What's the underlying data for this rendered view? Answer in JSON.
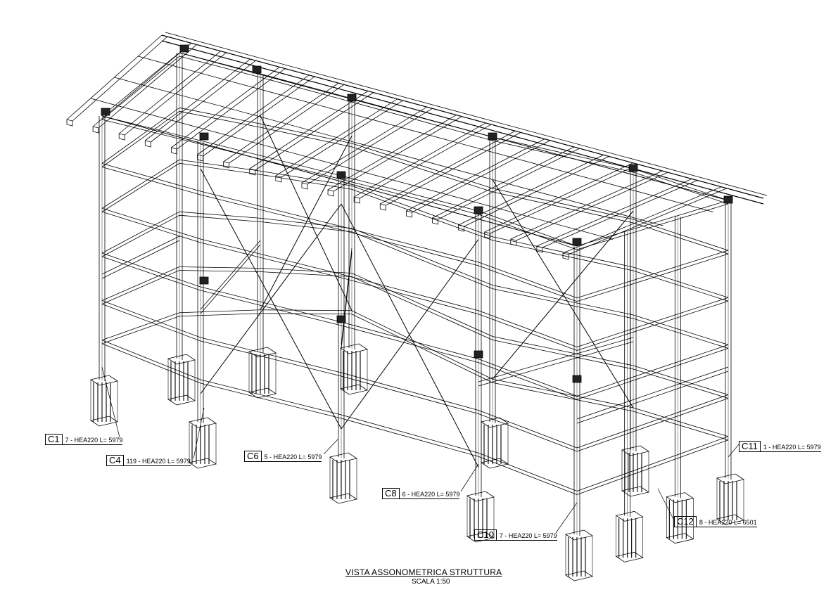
{
  "title": "VISTA ASSONOMETRICA STRUTTURA",
  "subtitle": "SCALA  1:50",
  "column_labels": [
    {
      "code": "C1",
      "desc": "7 - HEA220 L= 5979"
    },
    {
      "code": "C4",
      "desc": "119 - HEA220 L= 5979"
    },
    {
      "code": "C6",
      "desc": "5 - HEA220 L= 5979"
    },
    {
      "code": "C8",
      "desc": "6 - HEA220 L= 5979"
    },
    {
      "code": "C10",
      "desc": "7 - HEA220 L= 5979"
    },
    {
      "code": "C11",
      "desc": "1 - HEA220 L= 5979"
    },
    {
      "code": "C12",
      "desc": "8 - HEA220 L= 6501"
    }
  ]
}
